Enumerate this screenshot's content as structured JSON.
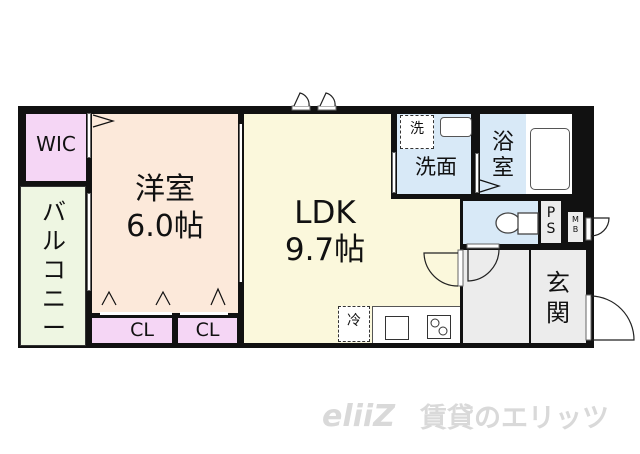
{
  "floor_plan": {
    "rooms": {
      "wic": {
        "label": "WIC",
        "color": "#f5d6f5"
      },
      "balcony": {
        "label": "バルコニー",
        "chars": [
          "バ",
          "ル",
          "コ",
          "ニ",
          "ー"
        ],
        "color": "#eef6e2"
      },
      "western_room": {
        "label": "洋室",
        "size": "6.0帖",
        "color": "#fce9da"
      },
      "closet_1": {
        "label": "CL",
        "color": "#f5d6f5"
      },
      "closet_2": {
        "label": "CL",
        "color": "#f5d6f5"
      },
      "ldk": {
        "label": "LDK",
        "size": "9.7帖",
        "color": "#fbf8dc"
      },
      "washroom": {
        "label": "洗面",
        "color": "#d8e9f7"
      },
      "washer": {
        "label": "洗"
      },
      "bath": {
        "label": "浴室",
        "chars": [
          "浴",
          "室"
        ],
        "color": "#d8e9f7"
      },
      "toilet": {
        "color": "#d8e9f7"
      },
      "ps": {
        "label": "PS",
        "chars": [
          "P",
          "S"
        ]
      },
      "mb": {
        "label": "MB",
        "chars": [
          "M",
          "B"
        ]
      },
      "entrance": {
        "label": "玄関",
        "chars": [
          "玄",
          "関"
        ],
        "color": "#ececec"
      },
      "fridge": {
        "label": "冷"
      }
    },
    "wall_color": "#111111"
  },
  "watermark": {
    "logo": "eliiZ",
    "text": "賃貸のエリッツ",
    "color": "#d9d9d9"
  }
}
